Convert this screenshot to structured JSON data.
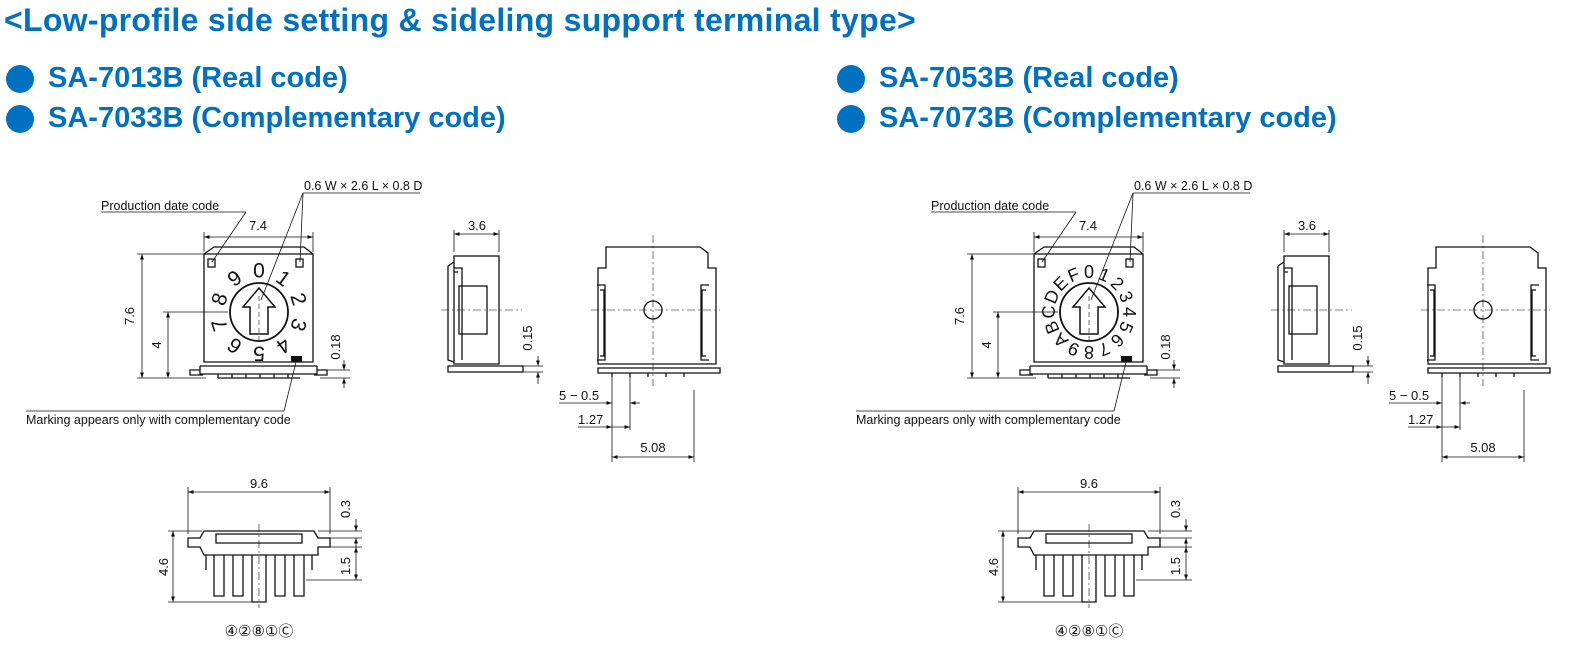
{
  "title": "<Low-profile side setting & sideling support terminal type>",
  "colors": {
    "accent": "#0070c0",
    "line": "#111111"
  },
  "panels": [
    {
      "models": [
        "SA-7013B (Real code)",
        "SA-7033B (Complementary code)"
      ],
      "dial_labels": [
        "0",
        "1",
        "2",
        "3",
        "4",
        "5",
        "6",
        "7",
        "8",
        "9"
      ],
      "labels": {
        "production_date": "Production date code",
        "slot": "0.6 W × 2.6 L × 0.8 D",
        "marking_note": "Marking appears only with complementary code",
        "pin_code": "④②⑧①Ⓒ"
      },
      "dims": {
        "width_top": "7.4",
        "height_total": "7.6",
        "height_inner": "4",
        "standoff_front": "0.18",
        "depth": "3.6",
        "standoff_side": "0.15",
        "pitch_count": "5 − 0.5",
        "pitch": "1.27",
        "span": "5.08",
        "width_bottom": "9.6",
        "height_bottom": "4.6",
        "top_gap": "0.3",
        "pin_len": "1.5"
      }
    },
    {
      "models": [
        "SA-7053B (Real code)",
        "SA-7073B (Complementary code)"
      ],
      "dial_labels": [
        "0",
        "1",
        "2",
        "3",
        "4",
        "5",
        "6",
        "7",
        "8",
        "9",
        "A",
        "B",
        "C",
        "D",
        "E",
        "F"
      ],
      "labels": {
        "production_date": "Production date code",
        "slot": "0.6 W × 2.6 L × 0.8 D",
        "marking_note": "Marking appears only with complementary code",
        "pin_code": "④②⑧①Ⓒ"
      },
      "dims": {
        "width_top": "7.4",
        "height_total": "7.6",
        "height_inner": "4",
        "standoff_front": "0.18",
        "depth": "3.6",
        "standoff_side": "0.15",
        "pitch_count": "5 − 0.5",
        "pitch": "1.27",
        "span": "5.08",
        "width_bottom": "9.6",
        "height_bottom": "4.6",
        "top_gap": "0.3",
        "pin_len": "1.5"
      }
    }
  ]
}
